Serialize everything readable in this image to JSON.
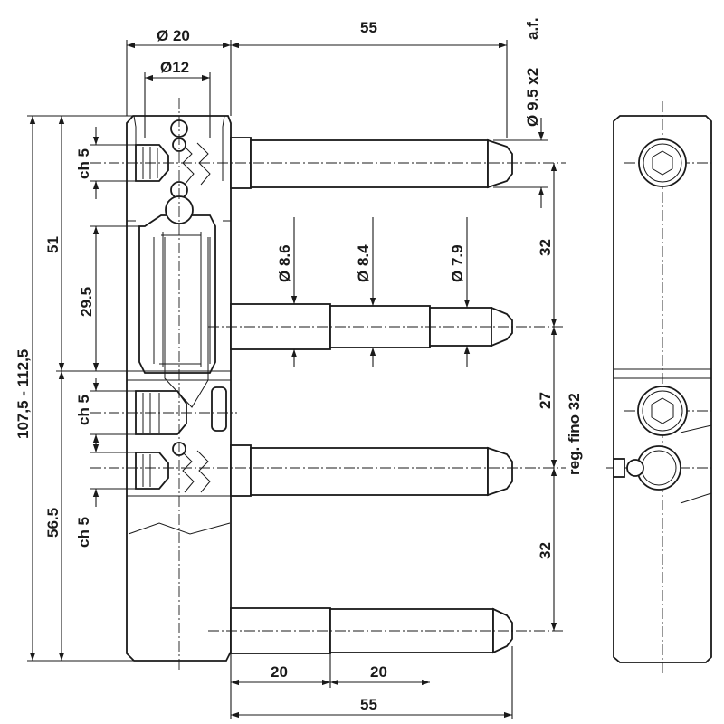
{
  "dimensions": {
    "top_diameter_20": "Ø 20",
    "top_diameter_12": "Ø12",
    "top_length_55": "55",
    "af": "a.f.",
    "pin_9_5": "Ø 9.5 x2",
    "ch5_a": "ch 5",
    "ch5_b": "ch 5",
    "ch5_c": "ch 5",
    "d86": "Ø 8.6",
    "d84": "Ø 8.4",
    "d79": "Ø 7.9",
    "left_51": "51",
    "left_295": "29.5",
    "left_total": "107,5 - 112,5",
    "left_565": "56.5",
    "right_32a": "32",
    "right_27": "27",
    "right_32b": "32",
    "reg": "reg. fino 32",
    "bottom_20a": "20",
    "bottom_20b": "20",
    "bottom_55": "55"
  }
}
